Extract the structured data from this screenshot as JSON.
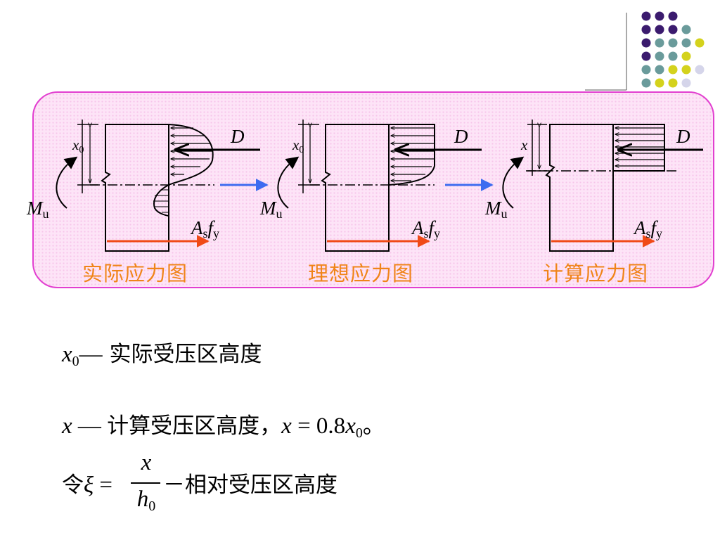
{
  "decor": {
    "dot_colors": {
      "purple": "#3b1b6e",
      "teal": "#6a9b9b",
      "yellow": "#d4d21c",
      "lavender": "#d5d5ea"
    },
    "dot_grid": [
      [
        "purple",
        "purple",
        "purple"
      ],
      [
        "purple",
        "purple",
        "purple",
        "teal"
      ],
      [
        "purple",
        "teal",
        "teal",
        "teal",
        "yellow"
      ],
      [
        "purple",
        "teal",
        "teal",
        "yellow"
      ],
      [
        "teal",
        "teal",
        "yellow",
        "yellow",
        "lavender"
      ],
      [
        "teal",
        "yellow",
        "yellow",
        "lavender"
      ]
    ]
  },
  "panel": {
    "border_color": "#e23fd0",
    "fill_color": "#fde4f7"
  },
  "stages": [
    {
      "title": "实际应力图",
      "depth_label": "x",
      "depth_sub": "0",
      "force_label": "D",
      "moment_label": "M",
      "moment_sub": "u",
      "steel_label_a": "A",
      "steel_sub_s": "s",
      "steel_label_f": "f",
      "steel_sub_y": "y"
    },
    {
      "title": "理想应力图",
      "depth_label": "x",
      "depth_sub": "0",
      "force_label": "D",
      "moment_label": "M",
      "moment_sub": "u",
      "steel_label_a": "A",
      "steel_sub_s": "s",
      "steel_label_f": "f",
      "steel_sub_y": "y"
    },
    {
      "title": "计算应力图",
      "depth_label": "x",
      "depth_sub": "",
      "force_label": "D",
      "moment_label": "M",
      "moment_sub": "u",
      "steel_label_a": "A",
      "steel_sub_s": "s",
      "steel_label_f": "f",
      "steel_sub_y": "y"
    }
  ],
  "colors": {
    "flow_arrow": "#3d6cf0",
    "steel_arrow": "#f04a18",
    "title": "#f08418"
  },
  "definitions": {
    "line1": {
      "var": "x",
      "sub": "0",
      "dash": "—",
      "text": " 实际受压区高度"
    },
    "line2": {
      "var": "x",
      "dash": " — ",
      "text": "计算受压区高度，",
      "eq_var": "x",
      "eq": " = 0.8",
      "eq_var2": "x",
      "eq_sub": "0",
      "end": "。"
    },
    "line3": {
      "prefix": "令",
      "var": "ξ",
      "eq": " = ",
      "num": "x",
      "den": "h",
      "den_sub": "0",
      "text": "－相对受压区高度"
    }
  }
}
